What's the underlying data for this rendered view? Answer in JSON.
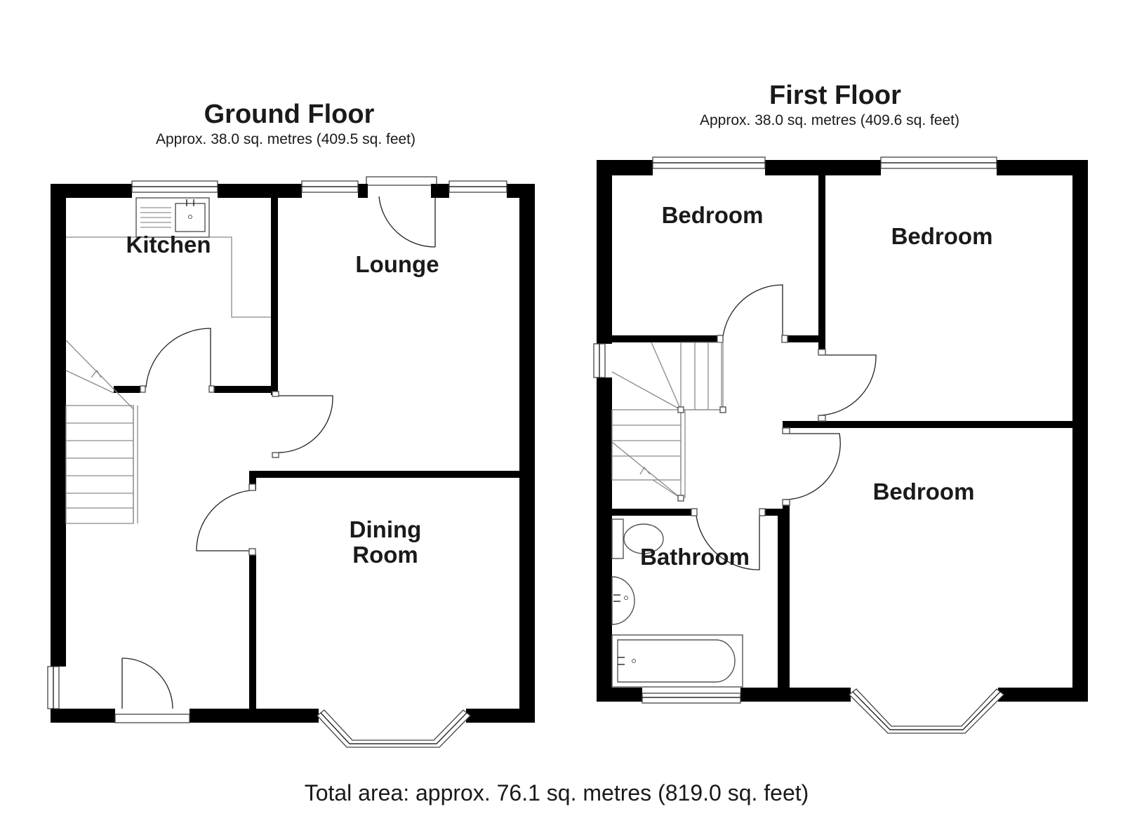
{
  "ground_floor": {
    "title": "Ground Floor",
    "area": "Approx. 38.0 sq. metres (409.5 sq. feet)",
    "rooms": {
      "kitchen": "Kitchen",
      "lounge": "Lounge",
      "dining_line1": "Dining",
      "dining_line2": "Room"
    }
  },
  "first_floor": {
    "title": "First Floor",
    "area": "Approx. 38.0 sq. metres (409.6 sq. feet)",
    "rooms": {
      "bedroom_1": "Bedroom",
      "bedroom_2": "Bedroom",
      "bedroom_3": "Bedroom",
      "bathroom": "Bathroom"
    }
  },
  "total_area": "Total area: approx. 76.1 sq. metres (819.0 sq. feet)"
}
